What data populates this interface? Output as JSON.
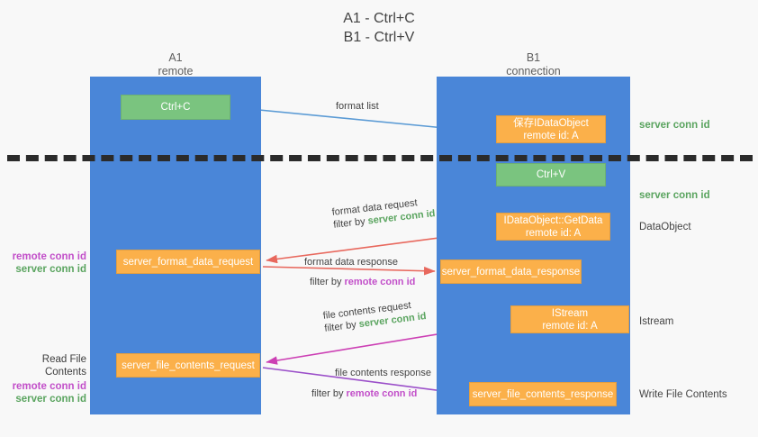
{
  "title": {
    "line1": "A1 - Ctrl+C",
    "line2": "B1 - Ctrl+V"
  },
  "lanes": [
    {
      "id": "a1",
      "title": "A1",
      "subtitle": "remote"
    },
    {
      "id": "b1",
      "title": "B1",
      "subtitle": "connection"
    }
  ],
  "nodes": {
    "ctrl_c": {
      "line1": "Ctrl+C",
      "line2": "",
      "color": "#7ac47f"
    },
    "idataobject": {
      "line1": "保存IDataObject",
      "line2": "remote id: A",
      "color": "#fbb04a"
    },
    "ctrl_v": {
      "line1": "Ctrl+V",
      "line2": "",
      "color": "#7ac47f"
    },
    "getdata": {
      "line1": "IDataObject::GetData",
      "line2": "remote id: A",
      "color": "#fbb04a"
    },
    "format_data_request": {
      "line1": "server_format_data_request",
      "line2": "",
      "color": "#fbb04a"
    },
    "format_data_response": {
      "line1": "server_format_data_response",
      "line2": "",
      "color": "#fbb04a"
    },
    "istream": {
      "line1": "IStream",
      "line2": "remote id: A",
      "color": "#fbb04a"
    },
    "file_contents_request": {
      "line1": "server_file_contents_request",
      "line2": "",
      "color": "#fbb04a"
    },
    "file_contents_response": {
      "line1": "server_file_contents_response",
      "line2": "",
      "color": "#fbb04a"
    }
  },
  "edges": {
    "format_list": {
      "label": "format list"
    },
    "format_data_request": {
      "label": "format data request",
      "filter_prefix": "filter by ",
      "filter_key": "server conn id"
    },
    "format_data_response": {
      "label": "format data response",
      "filter_prefix": "filter by ",
      "filter_key": "remote conn id"
    },
    "file_contents_request": {
      "label": "file contents request",
      "filter_prefix": "filter by ",
      "filter_key": "server conn id"
    },
    "file_contents_response": {
      "label": "file contents response",
      "filter_prefix": "filter by ",
      "filter_key": "remote conn id"
    }
  },
  "side_labels": {
    "server_conn_id_1": "server conn id",
    "server_conn_id_2": "server conn id",
    "dataobject": "DataObject",
    "istream": "Istream",
    "write_file_contents": "Write File Contents"
  },
  "left_labels": {
    "ann1_remote": "remote conn id",
    "ann1_server": "server conn id",
    "read_file_contents": "Read File Contents",
    "ann2_remote": "remote conn id",
    "ann2_server": "server conn id"
  },
  "colors": {
    "lane": "#4a86d8",
    "green_node": "#7ac47f",
    "orange_node": "#fbb04a",
    "server_conn_id": "#5aa45f",
    "remote_conn_id": "#c24fc9",
    "arrow_blue": "#5b9bd5",
    "arrow_red": "#e8685d",
    "arrow_magenta": "#cc3fb4",
    "arrow_purple": "#9b4fc9",
    "arrow_black": "#1a1a1a",
    "background": "#f8f8f8"
  }
}
